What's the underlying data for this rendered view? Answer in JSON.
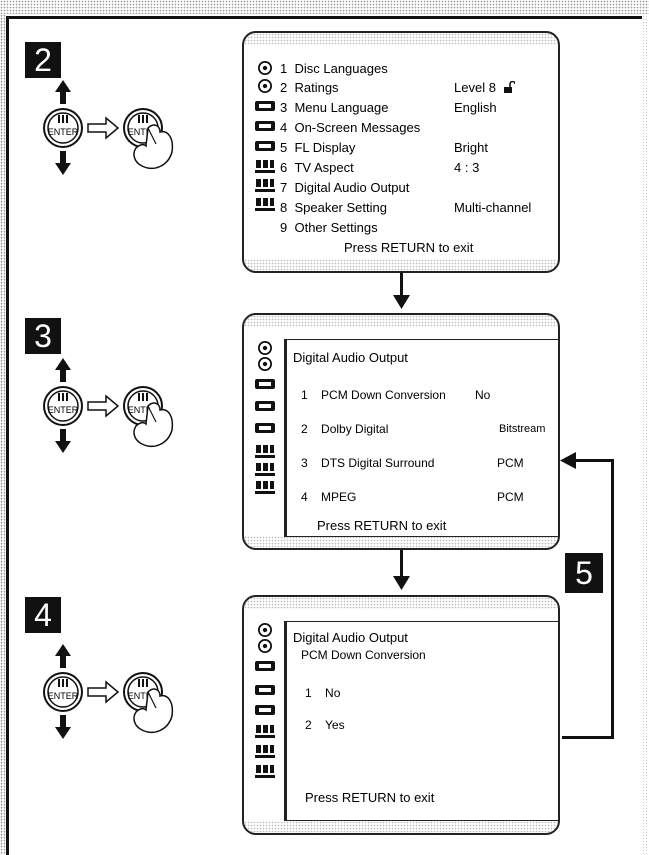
{
  "steps": {
    "s2": "2",
    "s3": "3",
    "s4": "4",
    "s5": "5"
  },
  "enter_label": "ENTER",
  "screen1": {
    "items": [
      {
        "num": "1",
        "label": "Disc Languages",
        "value": ""
      },
      {
        "num": "2",
        "label": "Ratings",
        "value": "Level  8"
      },
      {
        "num": "3",
        "label": "Menu Language",
        "value": "English"
      },
      {
        "num": "4",
        "label": "On-Screen Messages",
        "value": ""
      },
      {
        "num": "5",
        "label": "FL Display",
        "value": "Bright"
      },
      {
        "num": "6",
        "label": "TV Aspect",
        "value": "4 : 3"
      },
      {
        "num": "7",
        "label": "Digital Audio Output",
        "value": ""
      },
      {
        "num": "8",
        "label": "Speaker Setting",
        "value": "Multi-channel"
      },
      {
        "num": "9",
        "label": "Other Settings",
        "value": ""
      }
    ],
    "footer": "Press RETURN to exit"
  },
  "screen2": {
    "title": "Digital Audio Output",
    "items": [
      {
        "num": "1",
        "label": "PCM Down Conversion",
        "value": "No"
      },
      {
        "num": "2",
        "label": "Dolby Digital",
        "value": "Bitstream"
      },
      {
        "num": "3",
        "label": "DTS Digital Surround",
        "value": "PCM"
      },
      {
        "num": "4",
        "label": "MPEG",
        "value": "PCM"
      }
    ],
    "footer": "Press RETURN to exit"
  },
  "screen3": {
    "title": "Digital Audio Output",
    "subtitle": "PCM Down Conversion",
    "items": [
      {
        "num": "1",
        "label": "No"
      },
      {
        "num": "2",
        "label": "Yes"
      }
    ],
    "footer": "Press RETURN to exit"
  },
  "icons": [
    "disc-icon",
    "disc-icon",
    "tape-icon",
    "tape-icon",
    "tape-icon",
    "speaker-icon",
    "speaker-icon",
    "speaker-icon"
  ]
}
